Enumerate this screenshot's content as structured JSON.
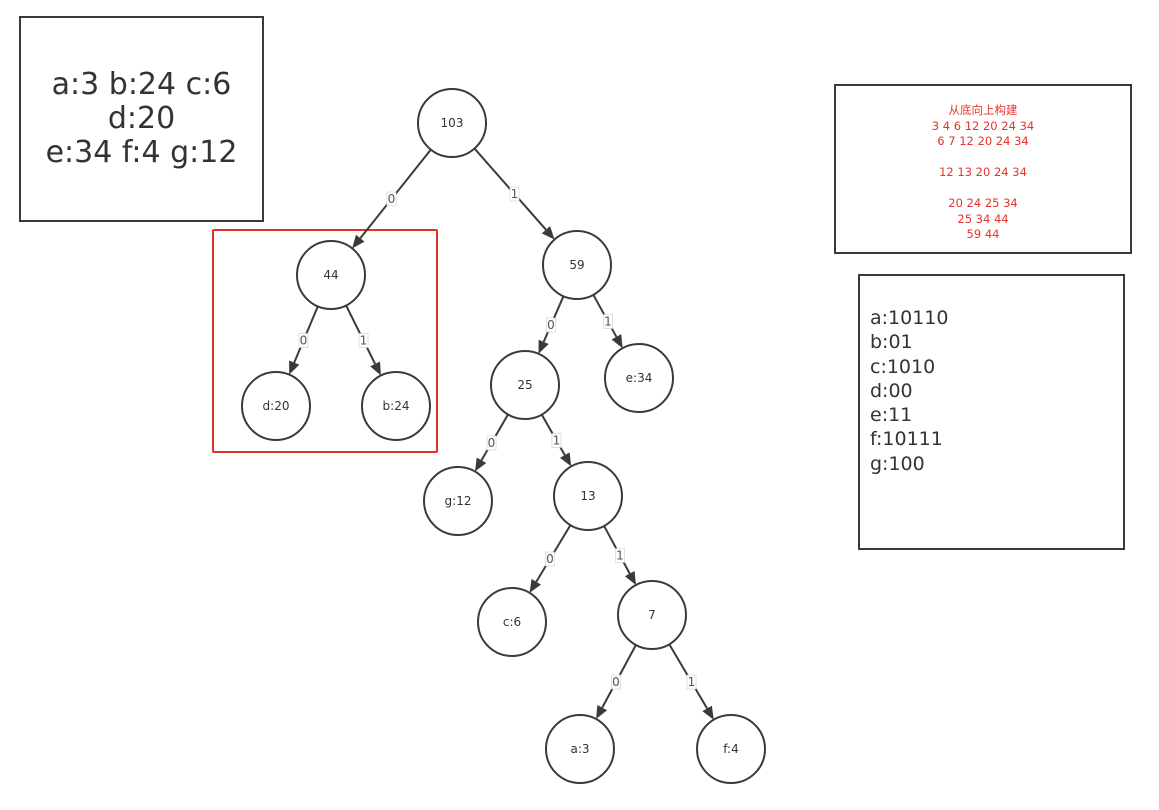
{
  "frequencies": {
    "line1": "a:3 b:24 c:6 d:20",
    "line2": "e:34 f:4 g:12"
  },
  "build_steps": {
    "title": "从底向上构建",
    "lines": [
      "3 4 6 12 20 24 34",
      "6 7 12 20 24 34",
      "",
      "12 13 20 24 34",
      "",
      "20 24 25 34",
      "25 34 44",
      "59 44"
    ]
  },
  "codes": [
    "a:10110",
    "b:01",
    "c:1010",
    "d:00",
    "e:11",
    "f:10111",
    "g:100"
  ],
  "tree": {
    "nodes": [
      {
        "id": "n103",
        "label": "103"
      },
      {
        "id": "n44",
        "label": "44"
      },
      {
        "id": "n59",
        "label": "59"
      },
      {
        "id": "nd",
        "label": "d:20"
      },
      {
        "id": "nb",
        "label": "b:24"
      },
      {
        "id": "n25",
        "label": "25"
      },
      {
        "id": "ne",
        "label": "e:34"
      },
      {
        "id": "ng",
        "label": "g:12"
      },
      {
        "id": "n13",
        "label": "13"
      },
      {
        "id": "nc",
        "label": "c:6"
      },
      {
        "id": "n7",
        "label": "7"
      },
      {
        "id": "na",
        "label": "a:3"
      },
      {
        "id": "nf",
        "label": "f:4"
      }
    ],
    "edges": [
      {
        "from": "n103",
        "to": "n44",
        "label": "0"
      },
      {
        "from": "n103",
        "to": "n59",
        "label": "1"
      },
      {
        "from": "n44",
        "to": "nd",
        "label": "0"
      },
      {
        "from": "n44",
        "to": "nb",
        "label": "1"
      },
      {
        "from": "n59",
        "to": "n25",
        "label": "0"
      },
      {
        "from": "n59",
        "to": "ne",
        "label": "1"
      },
      {
        "from": "n25",
        "to": "ng",
        "label": "0"
      },
      {
        "from": "n25",
        "to": "n13",
        "label": "1"
      },
      {
        "from": "n13",
        "to": "nc",
        "label": "0"
      },
      {
        "from": "n13",
        "to": "n7",
        "label": "1"
      },
      {
        "from": "n7",
        "to": "na",
        "label": "0"
      },
      {
        "from": "n7",
        "to": "nf",
        "label": "1"
      }
    ]
  },
  "colors": {
    "accent_red": "#e03226",
    "steps_text": "#e8332c",
    "stroke": "#3a3a3a"
  }
}
